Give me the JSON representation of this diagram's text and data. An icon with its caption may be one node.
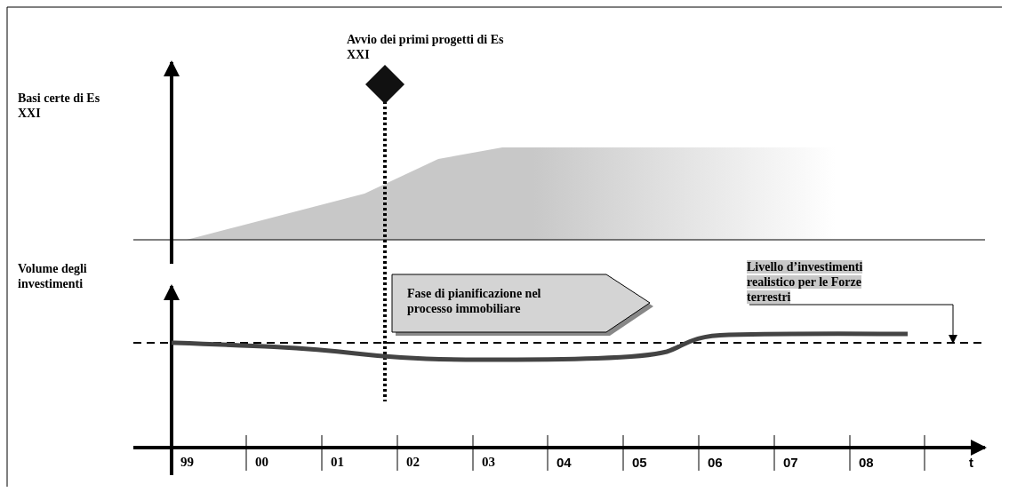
{
  "diagram": {
    "nodes": [
      {
        "text": [
          "Fase di pianificazione nel processo immobiliare"
        ]
      },
      {
        "text": [
          "Livello d’investimenti realistico per le Forze terrestri"
        ]
      },
      {
        "text": [],
        "shape": "line"
      }
    ],
    "edges": [
      {
        "from": 1,
        "to": 2,
        "arrow": "to"
      }
    ],
    "labels": [
      "Avvio dei primi progetti di Es XXI",
      "Basi certe di Es XXI",
      "Volume degli investimenti",
      "99",
      "00",
      "01",
      "02",
      "03",
      "04",
      "05",
      "06",
      "07",
      "08",
      "t"
    ]
  }
}
